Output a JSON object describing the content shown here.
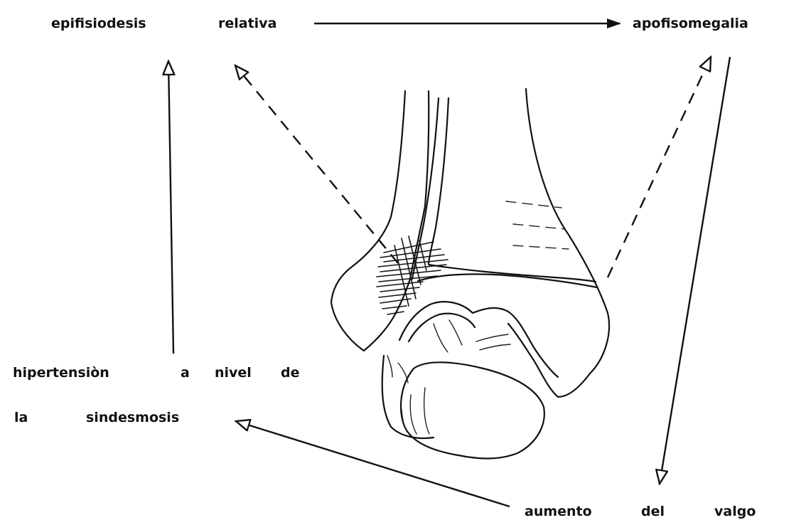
{
  "labels": {
    "top_left_1": "epifisiodesis",
    "top_left_2": "relativa",
    "top_right": "apofisomegalia",
    "left_1a": "hipertensiòn",
    "left_1b": "a",
    "left_1c": "nivel",
    "left_1d": "de",
    "left_2a": "la",
    "left_2b": "sindesmosis",
    "bottom_a": "aumento",
    "bottom_b": "del",
    "bottom_c": "valgo"
  }
}
